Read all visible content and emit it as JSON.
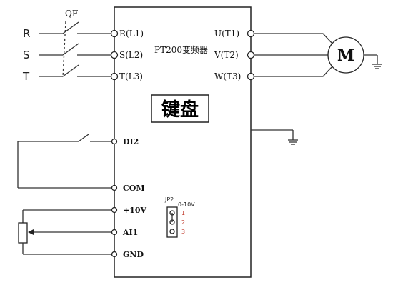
{
  "diagram": {
    "breaker_label": "QF",
    "phases": [
      "R",
      "S",
      "T"
    ],
    "inverter_title": "PT200变频器",
    "input_terminals": [
      "R(L1)",
      "S(L2)",
      "T(L3)"
    ],
    "output_terminals": [
      "U(T1)",
      "V(T2)",
      "W(T3)"
    ],
    "motor_label": "M",
    "keyboard_label": "键盘",
    "control_terminals": [
      "DI2",
      "COM",
      "+10V",
      "AI1",
      "GND"
    ],
    "jumper": {
      "name": "JP2",
      "range": "0-10V",
      "pins": [
        "1",
        "2",
        "3"
      ]
    }
  }
}
